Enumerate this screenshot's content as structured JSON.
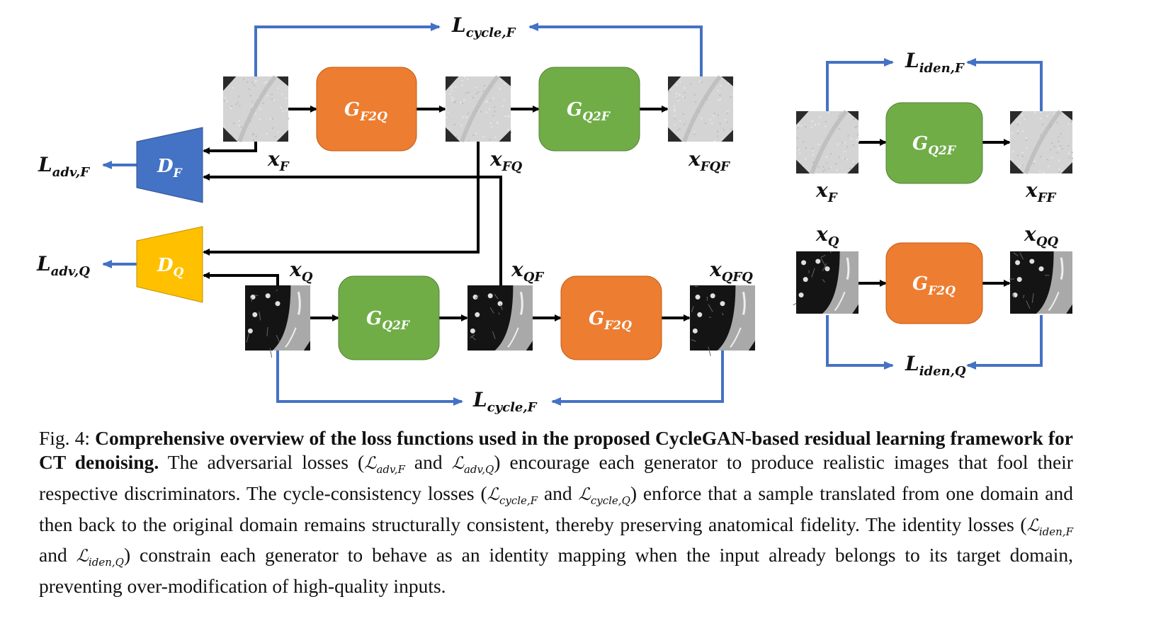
{
  "figure": {
    "colors": {
      "loss_arrow": "#4472C4",
      "flow_arrow": "#000000",
      "generator_f2q": "#ED7D31",
      "generator_q2f": "#70AD47",
      "discriminator_f": "#4472C4",
      "discriminator_q": "#FFC000",
      "node_text": "#FFFFFF"
    },
    "losses": {
      "cycle_top": {
        "main": "L",
        "sub": "cycle,F"
      },
      "cycle_bottom": {
        "main": "L",
        "sub": "cycle,F"
      },
      "adv_f": {
        "main": "L",
        "sub": "adv,F"
      },
      "adv_q": {
        "main": "L",
        "sub": "adv,Q"
      },
      "iden_f": {
        "main": "L",
        "sub": "iden,F"
      },
      "iden_q": {
        "main": "L",
        "sub": "iden,Q"
      }
    },
    "discriminators": {
      "d_f": {
        "main": "D",
        "sub": "F"
      },
      "d_q": {
        "main": "D",
        "sub": "Q"
      }
    },
    "generators": {
      "top_f2q": {
        "main": "G",
        "sub": "F2Q"
      },
      "top_q2f": {
        "main": "G",
        "sub": "Q2F"
      },
      "bottom_q2f": {
        "main": "G",
        "sub": "Q2F"
      },
      "bottom_f2q": {
        "main": "G",
        "sub": "F2Q"
      },
      "iden_q2f": {
        "main": "G",
        "sub": "Q2F"
      },
      "iden_f2q": {
        "main": "G",
        "sub": "F2Q"
      }
    },
    "images": {
      "x_f": {
        "main": "x",
        "sub": "F",
        "kind": "noisy-ct"
      },
      "x_fq": {
        "main": "x",
        "sub": "FQ",
        "kind": "noisy-ct"
      },
      "x_fqf": {
        "main": "x",
        "sub": "FQF",
        "kind": "noisy-ct"
      },
      "x_q": {
        "main": "x",
        "sub": "Q",
        "kind": "lung-ct"
      },
      "x_qf": {
        "main": "x",
        "sub": "QF",
        "kind": "lung-ct"
      },
      "x_qfq": {
        "main": "x",
        "sub": "QFQ",
        "kind": "lung-ct"
      },
      "iden_x_f": {
        "main": "x",
        "sub": "F",
        "kind": "noisy-ct"
      },
      "iden_x_ff": {
        "main": "x",
        "sub": "FF",
        "kind": "noisy-ct"
      },
      "iden_x_q": {
        "main": "x",
        "sub": "Q",
        "kind": "lung-ct"
      },
      "iden_x_qq": {
        "main": "x",
        "sub": "QQ",
        "kind": "lung-ct"
      }
    }
  },
  "caption": {
    "label": "Fig. 4:",
    "title": "Comprehensive overview of the loss functions used in the proposed CycleGAN-based residual learning framework for CT denoising.",
    "t1": "The adversarial losses (",
    "m_adv_f": {
      "main": "ℒ",
      "sub": "adv,F"
    },
    "t2": " and ",
    "m_adv_q": {
      "main": "ℒ",
      "sub": "adv,Q"
    },
    "t3": ") encourage each generator to produce realistic images that fool their respective discriminators. The cycle-consistency losses (",
    "m_cyc_f": {
      "main": "ℒ",
      "sub": "cycle,F"
    },
    "t4": " and ",
    "m_cyc_q": {
      "main": "ℒ",
      "sub": "cycle,Q"
    },
    "t5": ") enforce that a sample translated from one domain and then back to the original domain remains structurally consistent, thereby preserving anatomical fidelity. The identity losses (",
    "m_iden_f": {
      "main": "ℒ",
      "sub": "iden,F"
    },
    "t6": " and ",
    "m_iden_q": {
      "main": "ℒ",
      "sub": "iden,Q"
    },
    "t7": ") constrain each generator to behave as an identity mapping when the input already belongs to its target domain, preventing over-modification of high-quality inputs."
  }
}
